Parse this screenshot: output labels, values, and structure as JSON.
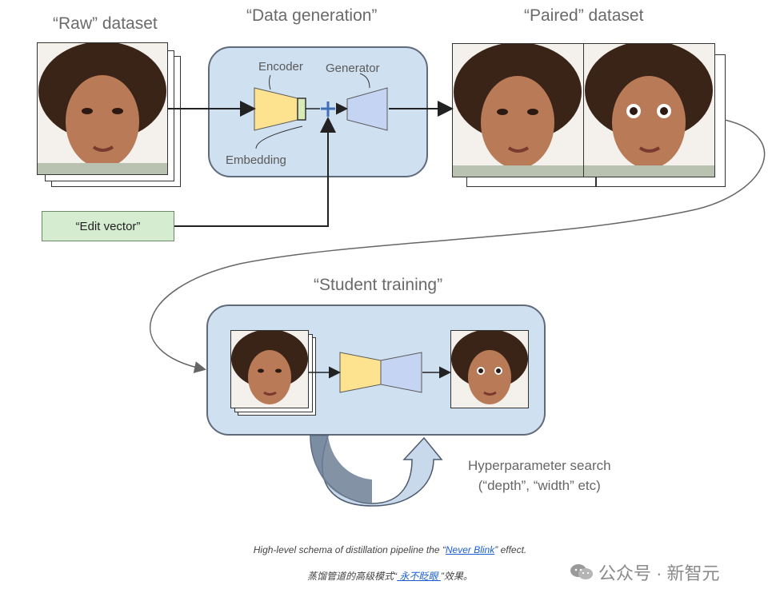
{
  "titles": {
    "raw": "“Raw” dataset",
    "datagen": "“Data generation”",
    "paired": "“Paired” dataset",
    "student": "“Student training”"
  },
  "labels": {
    "encoder": "Encoder",
    "generator": "Generator",
    "embedding": "Embedding",
    "edit_vector": "“Edit vector”"
  },
  "hyperparam": {
    "line1": "Hyperparameter search",
    "line2": "(“depth”, “width” etc)"
  },
  "caption": {
    "en_prefix": "High-level schema of distillation pipeline the “",
    "en_link": "Never Blink",
    "en_suffix": "” effect.",
    "zh_prefix": "蒸馏管道的高级模式“",
    "zh_link": " 永不眨眼 ",
    "zh_suffix": "”效果。"
  },
  "watermark": "公众号 · 新智元",
  "colors": {
    "box_fill": "#cfe0f1",
    "encoder_fill": "#fde38f",
    "generator_fill": "#c5d4f3",
    "embedding_fill": "#d8eab8",
    "edit_fill": "#d6ecd1",
    "link": "#1a5fd0"
  }
}
